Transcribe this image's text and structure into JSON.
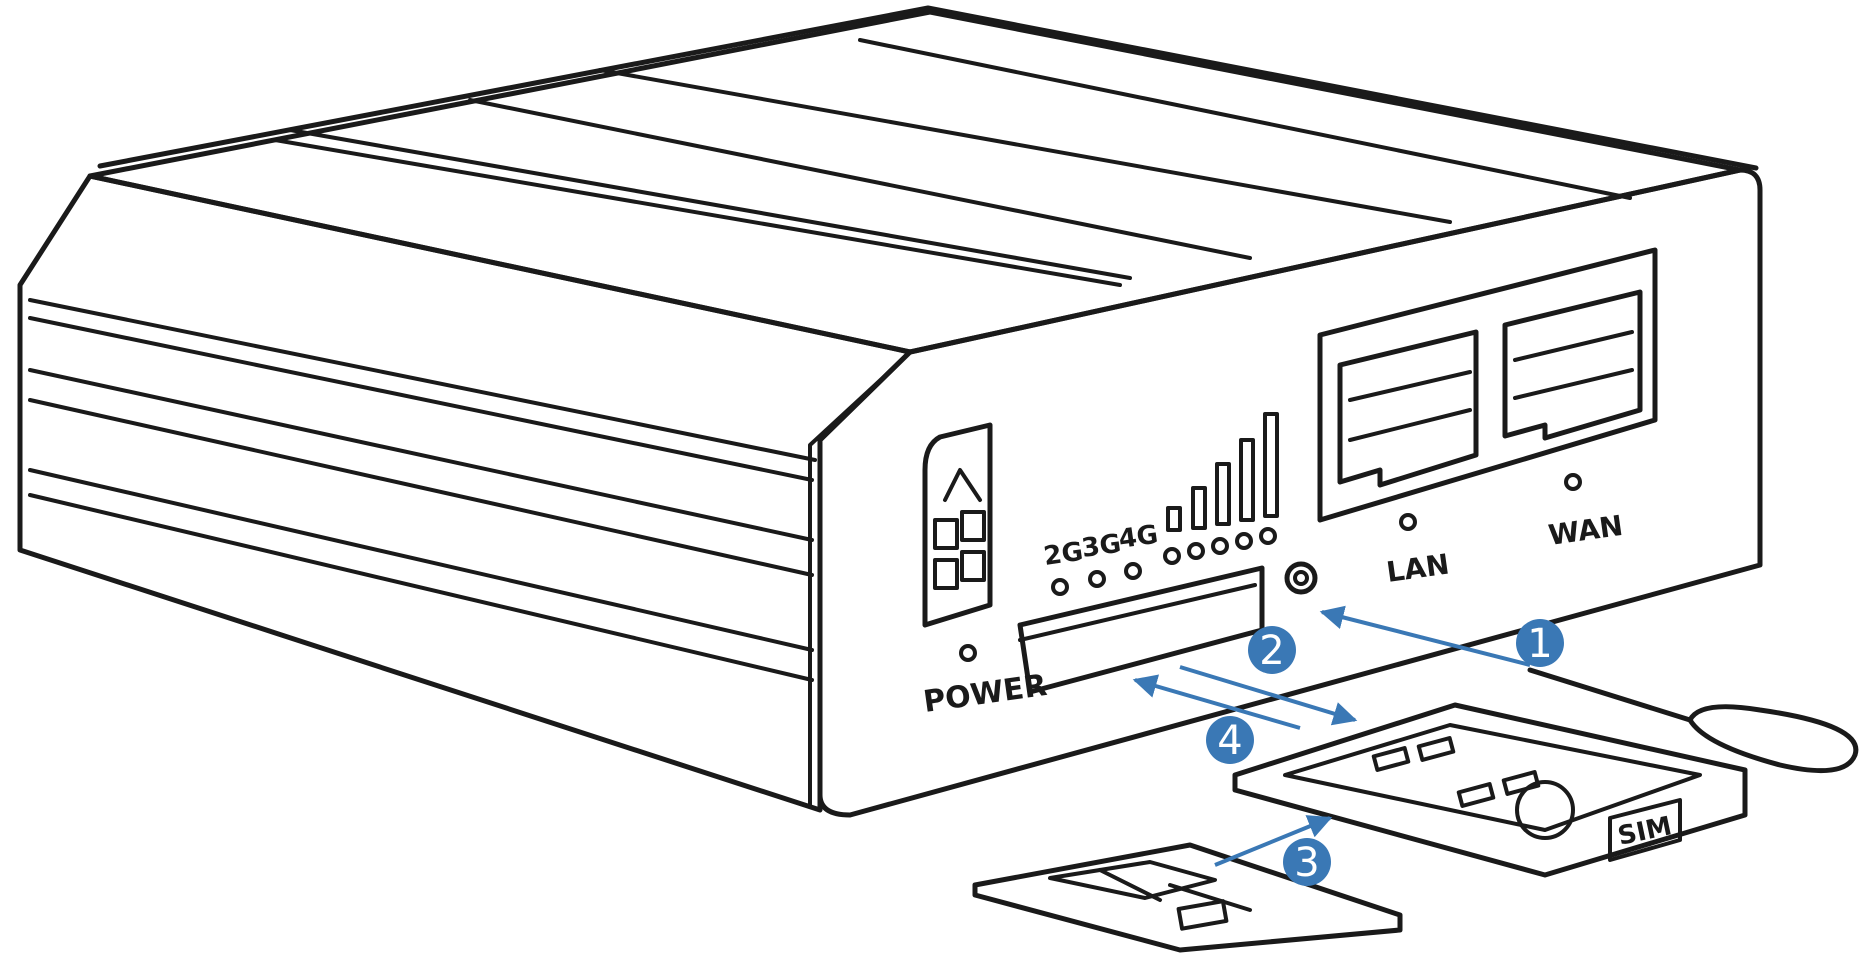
{
  "labels": {
    "power": "POWER",
    "lan": "LAN",
    "wan": "WAN",
    "sim": "SIM",
    "g2": "2G",
    "g3": "3G",
    "g4": "4G"
  },
  "steps": [
    "1",
    "2",
    "3",
    "4"
  ],
  "colors": {
    "line": "#1a1a1a",
    "accent": "#3a78b5",
    "background": "#ffffff"
  }
}
